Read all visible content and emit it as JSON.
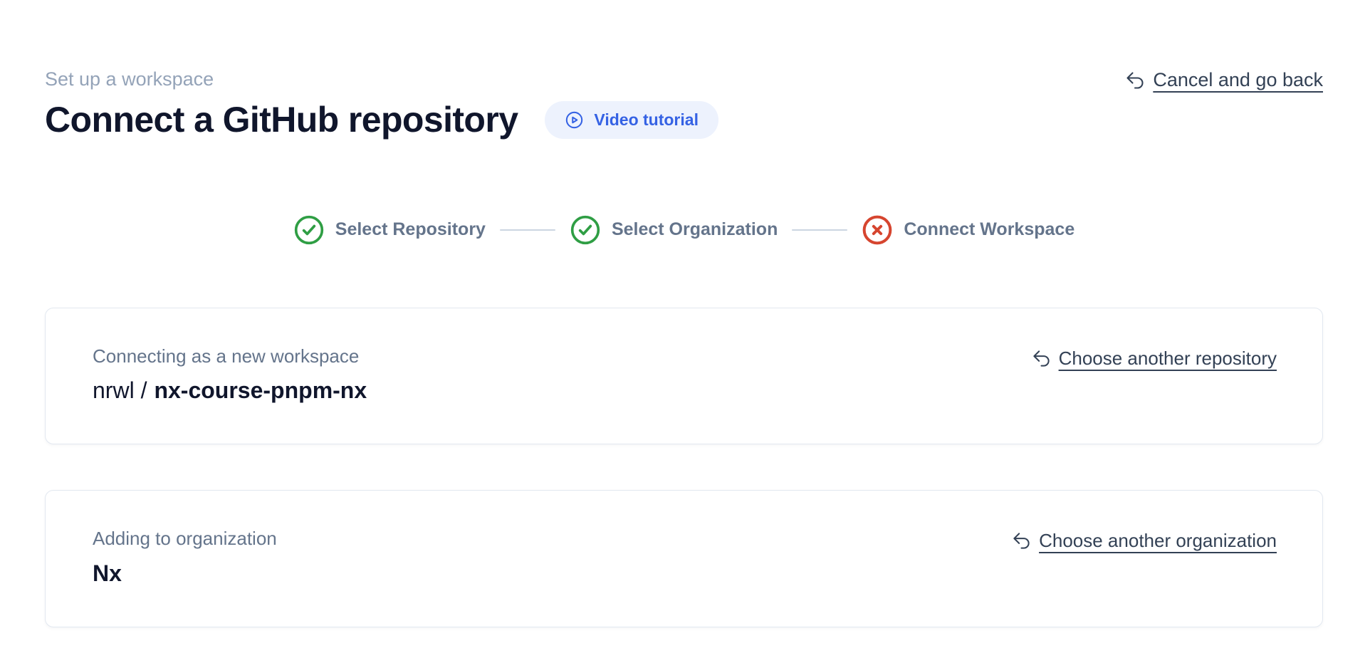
{
  "page": {
    "eyebrow": "Set up a workspace",
    "title": "Connect a GitHub repository",
    "video_tutorial_label": "Video tutorial",
    "cancel_link_label": "Cancel and go back"
  },
  "stepper": {
    "steps": [
      {
        "label": "Select Repository",
        "status": "complete"
      },
      {
        "label": "Select Organization",
        "status": "complete"
      },
      {
        "label": "Connect Workspace",
        "status": "error"
      }
    ]
  },
  "repository_card": {
    "label": "Connecting as a new workspace",
    "owner": "nrwl /",
    "repo": "nx-course-pnpm-nx",
    "change_link_label": "Choose another repository"
  },
  "organization_card": {
    "label": "Adding to organization",
    "name": "Nx",
    "change_link_label": "Choose another organization"
  },
  "colors": {
    "accent_blue": "#3562e4",
    "pill_background": "#edf2fd",
    "success_green": "#2f9e44",
    "error_red": "#d6452f",
    "muted_text": "#64748b",
    "eyebrow_text": "#94a3b8",
    "link_text": "#334155",
    "heading_text": "#10162c",
    "connector_gray": "#cbd5e1",
    "card_border": "#e2e8f0"
  }
}
